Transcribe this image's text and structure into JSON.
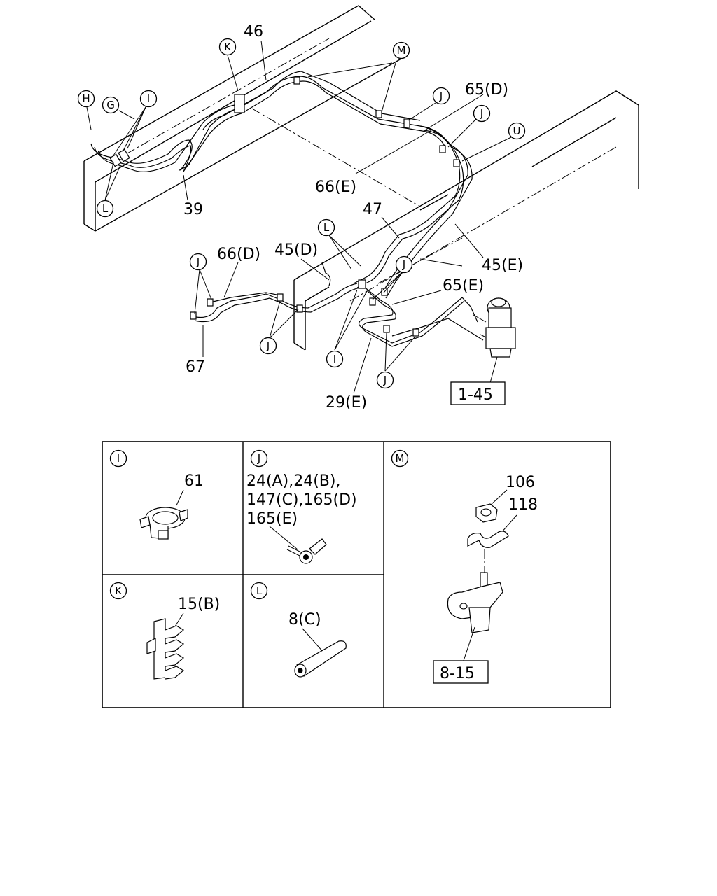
{
  "callouts": {
    "H": "H",
    "G": "G",
    "I": "I",
    "K": "K",
    "M": "M",
    "J": "J",
    "U": "U",
    "L": "L"
  },
  "labels": {
    "n46": "46",
    "n39": "39",
    "n65D": "65(D)",
    "n66E": "66(E)",
    "n47": "47",
    "n66D": "66(D)",
    "n45D": "45(D)",
    "n45E": "45(E)",
    "n65E": "65(E)",
    "n67": "67",
    "n29E": "29(E)",
    "ref145": "1-45"
  },
  "detail_panels": {
    "I": {
      "key": "I",
      "parts": [
        "61"
      ]
    },
    "J": {
      "key": "J",
      "parts": [
        "24(A),24(B),",
        "147(C),165(D)",
        "165(E)"
      ]
    },
    "M": {
      "key": "M",
      "parts": [
        "106",
        "118"
      ],
      "ref": "8-15"
    },
    "K": {
      "key": "K",
      "parts": [
        "15(B)"
      ]
    },
    "L": {
      "key": "L",
      "parts": [
        "8(C)"
      ]
    }
  }
}
